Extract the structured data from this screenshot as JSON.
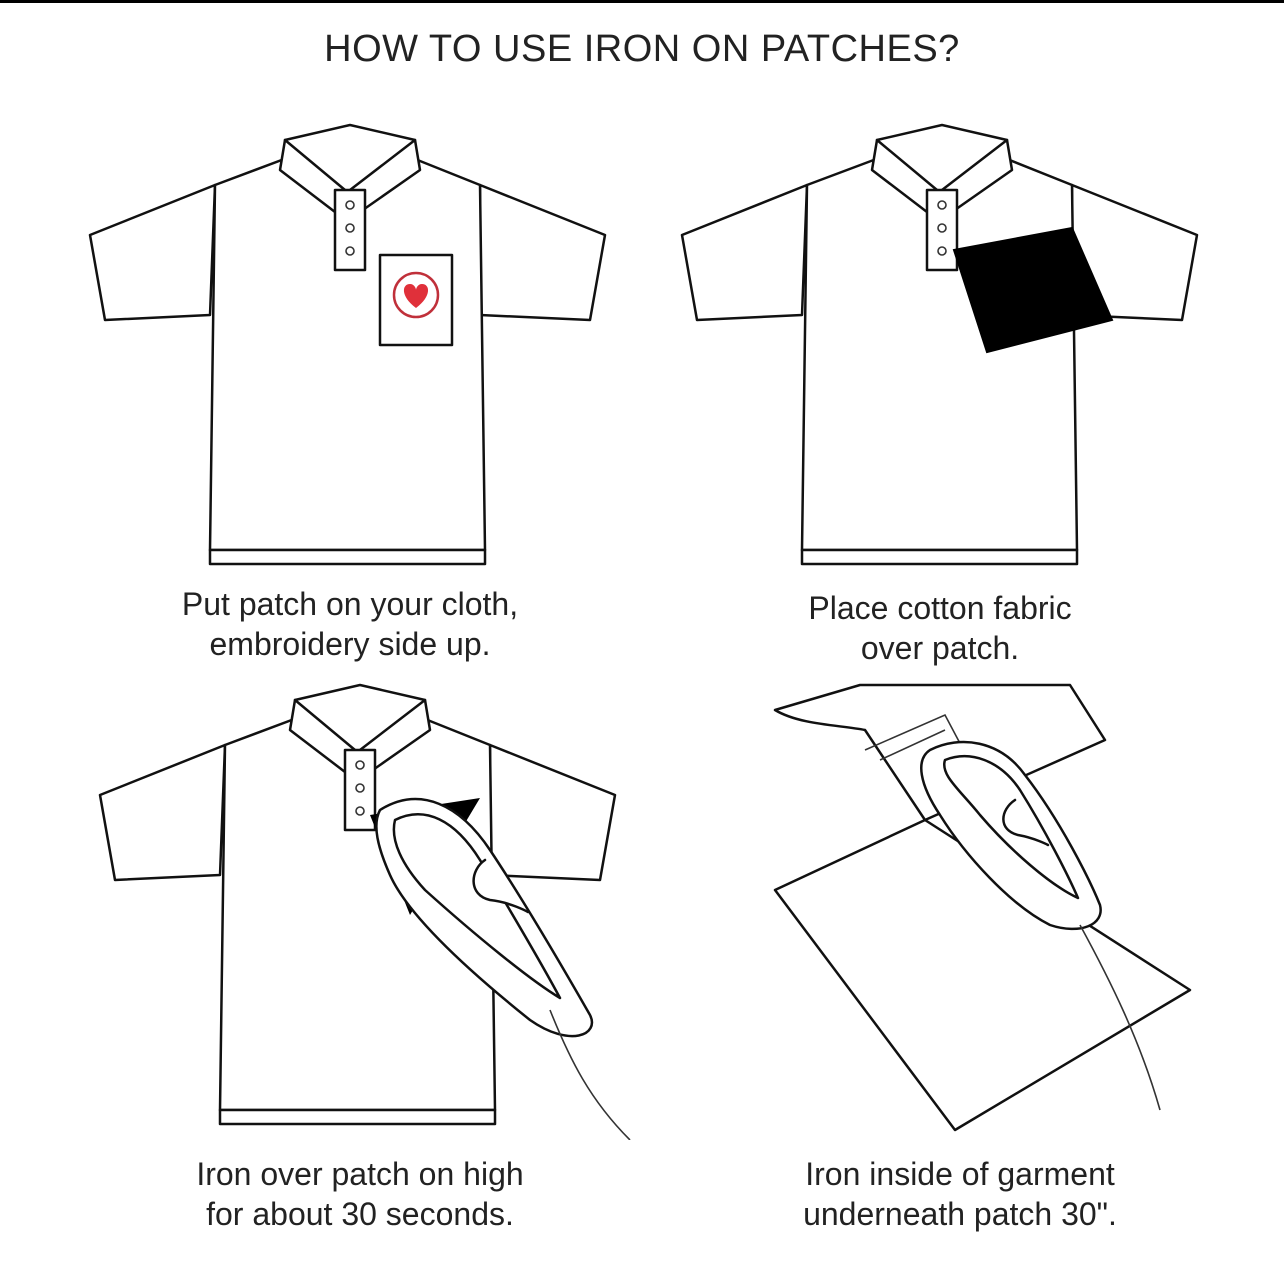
{
  "title": "HOW TO USE IRON ON PATCHES?",
  "steps": [
    {
      "line1": "Put patch on your cloth,",
      "line2": "embroidery side up."
    },
    {
      "line1": "Place cotton fabric",
      "line2": "over patch."
    },
    {
      "line1": "Iron over patch on high",
      "line2": "for about 30 seconds."
    },
    {
      "line1": "Iron inside of garment",
      "line2": "underneath patch 30\"."
    }
  ],
  "colors": {
    "ink": "#111111",
    "heart": "#e0303a",
    "background": "#ffffff"
  },
  "icons": [
    "polo-shirt-icon",
    "heart-patch-icon",
    "cotton-fabric-icon",
    "iron-icon"
  ]
}
